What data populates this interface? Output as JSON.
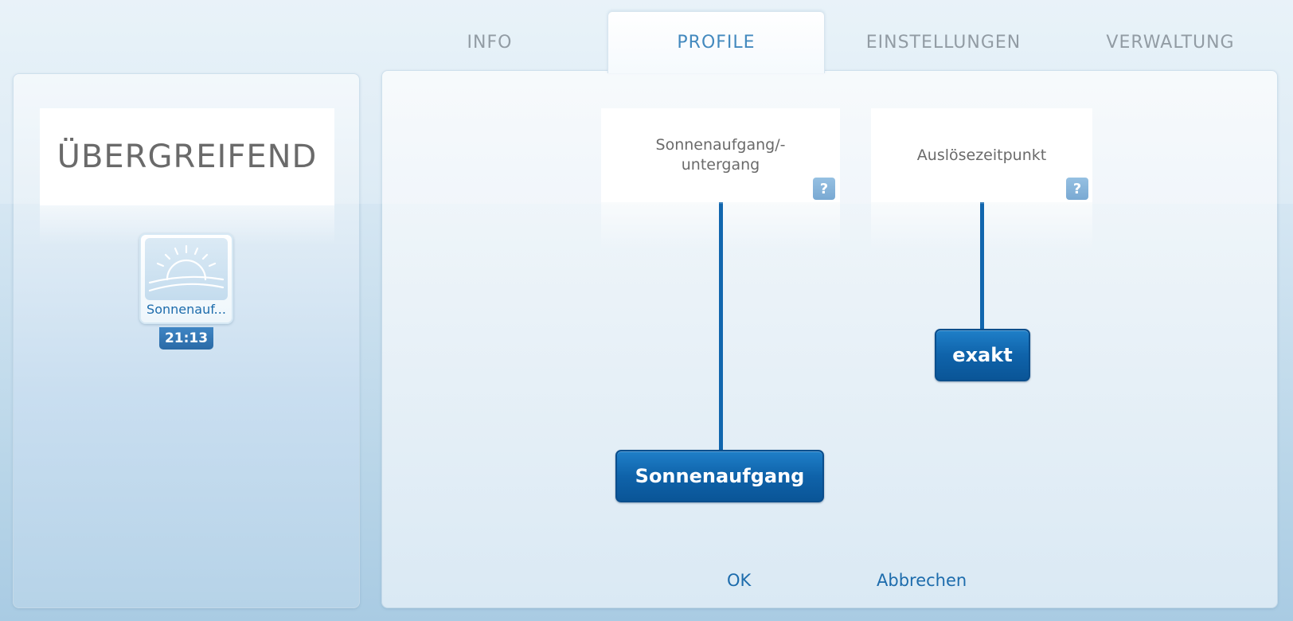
{
  "tabs": [
    {
      "label": "INFO",
      "active": false
    },
    {
      "label": "PROFILE",
      "active": true
    },
    {
      "label": "EINSTELLUNGEN",
      "active": false
    },
    {
      "label": "VERWALTUNG",
      "active": false
    }
  ],
  "left_panel": {
    "group_title": "ÜBERGREIFEND",
    "profile": {
      "label": "Sonnenauf...",
      "time": "21:13",
      "icon": "sunrise-icon"
    }
  },
  "main_panel": {
    "parameters": [
      {
        "title": "Sonnenaufgang/-untergang",
        "value": "Sonnenaufgang",
        "help": "?"
      },
      {
        "title": "Auslösezeitpunkt",
        "value": "exakt",
        "help": "?"
      }
    ],
    "footer": {
      "ok_label": "OK",
      "cancel_label": "Abbrechen"
    }
  },
  "colors": {
    "accent": "#1166ae",
    "tab_active_text": "#1a6fb0",
    "tab_inactive_text": "#7b8791",
    "button": "#0f63aa",
    "link": "#1d6cac"
  }
}
